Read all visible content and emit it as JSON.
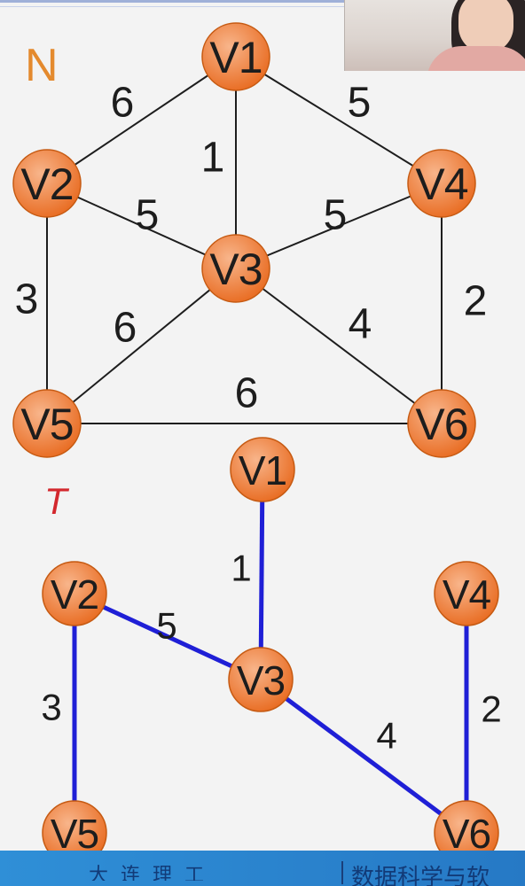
{
  "graph_n": {
    "label": "N",
    "nodes": [
      {
        "id": "V1",
        "label": "V1"
      },
      {
        "id": "V2",
        "label": "V2"
      },
      {
        "id": "V3",
        "label": "V3"
      },
      {
        "id": "V4",
        "label": "V4"
      },
      {
        "id": "V5",
        "label": "V5"
      },
      {
        "id": "V6",
        "label": "V6"
      }
    ],
    "edges": [
      {
        "from": "V1",
        "to": "V2",
        "weight": "6"
      },
      {
        "from": "V1",
        "to": "V3",
        "weight": "1"
      },
      {
        "from": "V1",
        "to": "V4",
        "weight": "5"
      },
      {
        "from": "V2",
        "to": "V3",
        "weight": "5"
      },
      {
        "from": "V3",
        "to": "V4",
        "weight": "5"
      },
      {
        "from": "V2",
        "to": "V5",
        "weight": "3"
      },
      {
        "from": "V4",
        "to": "V6",
        "weight": "2"
      },
      {
        "from": "V3",
        "to": "V5",
        "weight": "6"
      },
      {
        "from": "V3",
        "to": "V6",
        "weight": "4"
      },
      {
        "from": "V5",
        "to": "V6",
        "weight": "6"
      }
    ]
  },
  "graph_t": {
    "label": "T",
    "nodes": [
      {
        "id": "V1",
        "label": "V1"
      },
      {
        "id": "V2",
        "label": "V2"
      },
      {
        "id": "V3",
        "label": "V3"
      },
      {
        "id": "V4",
        "label": "V4"
      },
      {
        "id": "V5",
        "label": "V5"
      },
      {
        "id": "V6",
        "label": "V6"
      }
    ],
    "edges": [
      {
        "from": "V1",
        "to": "V3",
        "weight": "1"
      },
      {
        "from": "V2",
        "to": "V3",
        "weight": "5"
      },
      {
        "from": "V2",
        "to": "V5",
        "weight": "3"
      },
      {
        "from": "V4",
        "to": "V6",
        "weight": "2"
      },
      {
        "from": "V3",
        "to": "V6",
        "weight": "4"
      }
    ]
  },
  "colors": {
    "node_fill_center": "#f8b58b",
    "node_fill_edge": "#e86a1f",
    "node_stroke": "#c65a12",
    "tree_edge": "#1f1fd6",
    "graph_edge": "#1d1d1d",
    "label_n": "#e48a2e",
    "label_t": "#d3272d"
  },
  "footer": {
    "logo_text": "大连理工",
    "text": "数据科学与软"
  }
}
